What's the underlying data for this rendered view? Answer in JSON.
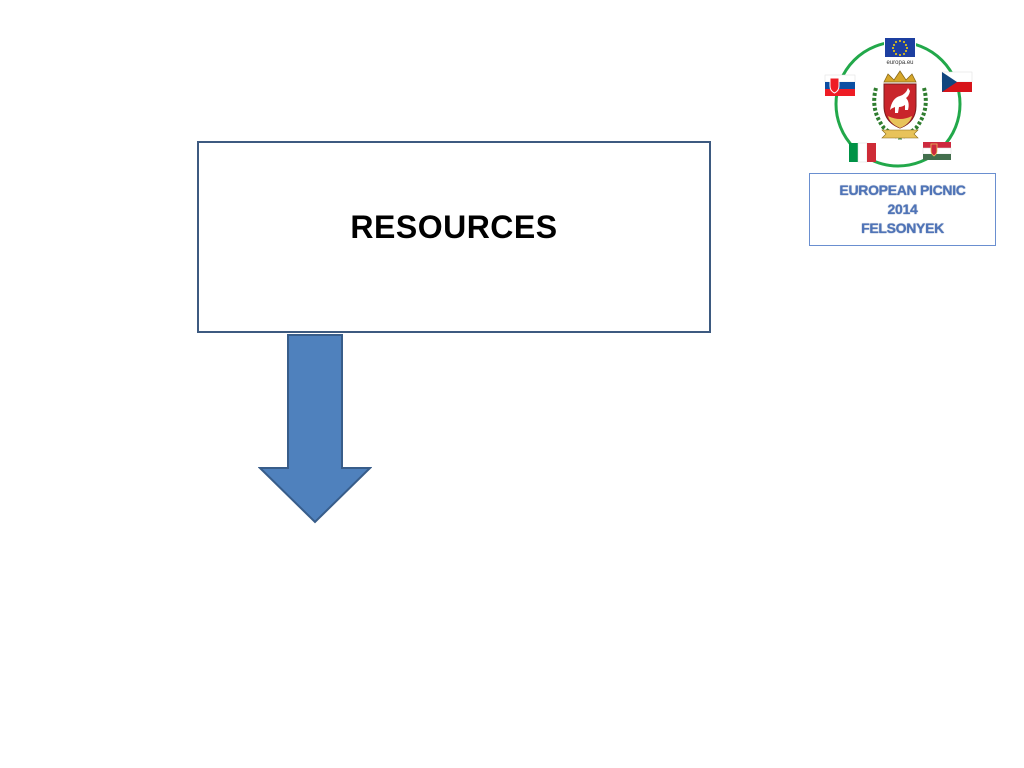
{
  "diagram": {
    "box_label": "RESOURCES"
  },
  "logo": {
    "eu_label": "europa.eu",
    "caption_line1": "EUROPEAN PICNIC",
    "caption_line2": "2014",
    "caption_line3": "FELSONYEK"
  },
  "colors": {
    "box_border": "#3d5a80",
    "arrow_fill": "#4f81bd",
    "arrow_stroke": "#385d8a",
    "ring": "#22a84a",
    "caption_text": "#4f74b8"
  }
}
